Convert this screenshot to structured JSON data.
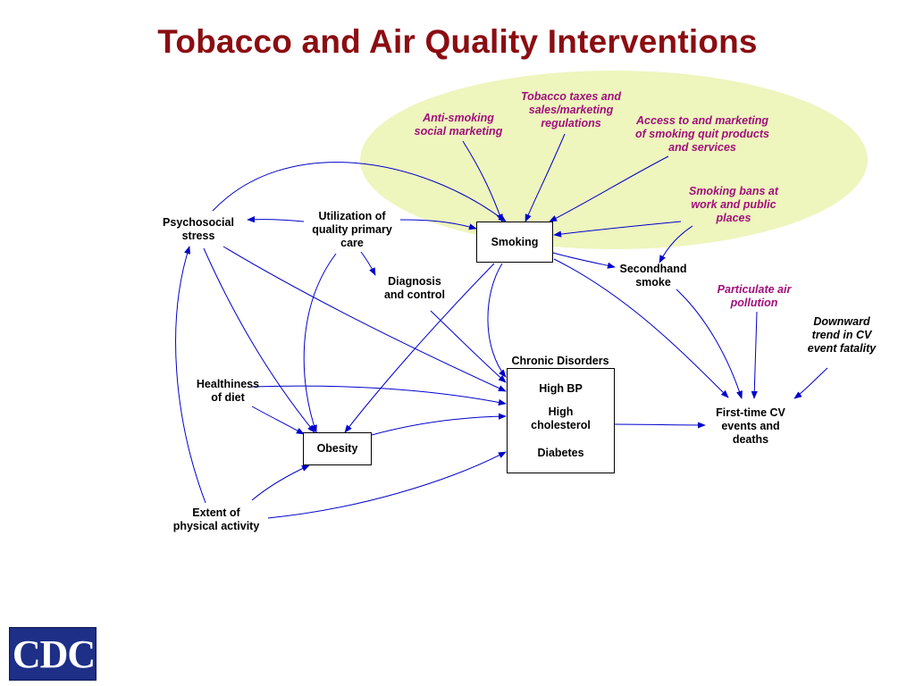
{
  "title": "Tobacco and Air Quality Interventions",
  "colors": {
    "title": "#8b0d12",
    "intervention_text": "#a0107a",
    "highlight_fill": "#eef5bd",
    "arrows": "#0000cc"
  },
  "nodes": {
    "anti_smoking": "Anti-smoking\nsocial marketing",
    "tobacco_taxes": "Tobacco taxes and\nsales/marketing\nregulations",
    "access_quit": "Access to and marketing\nof smoking quit products\nand services",
    "smoking_bans": "Smoking bans at\nwork and public\nplaces",
    "psychosocial": "Psychosocial\nstress",
    "utilization": "Utilization of\nquality primary\ncare",
    "smoking": "Smoking",
    "diagnosis": "Diagnosis\nand control",
    "secondhand": "Secondhand\nsmoke",
    "particulate": "Particulate air\npollution",
    "downward": "Downward\ntrend in CV\nevent fatality",
    "chronic_header": "Chronic Disorders",
    "high_bp": "High BP",
    "high_chol": "High\ncholesterol",
    "diabetes": "Diabetes",
    "healthiness": "Healthiness\nof diet",
    "obesity": "Obesity",
    "first_time": "First-time CV\nevents and\ndeaths",
    "physical": "Extent of\nphysical activity"
  },
  "logo": {
    "text": "CDC"
  }
}
